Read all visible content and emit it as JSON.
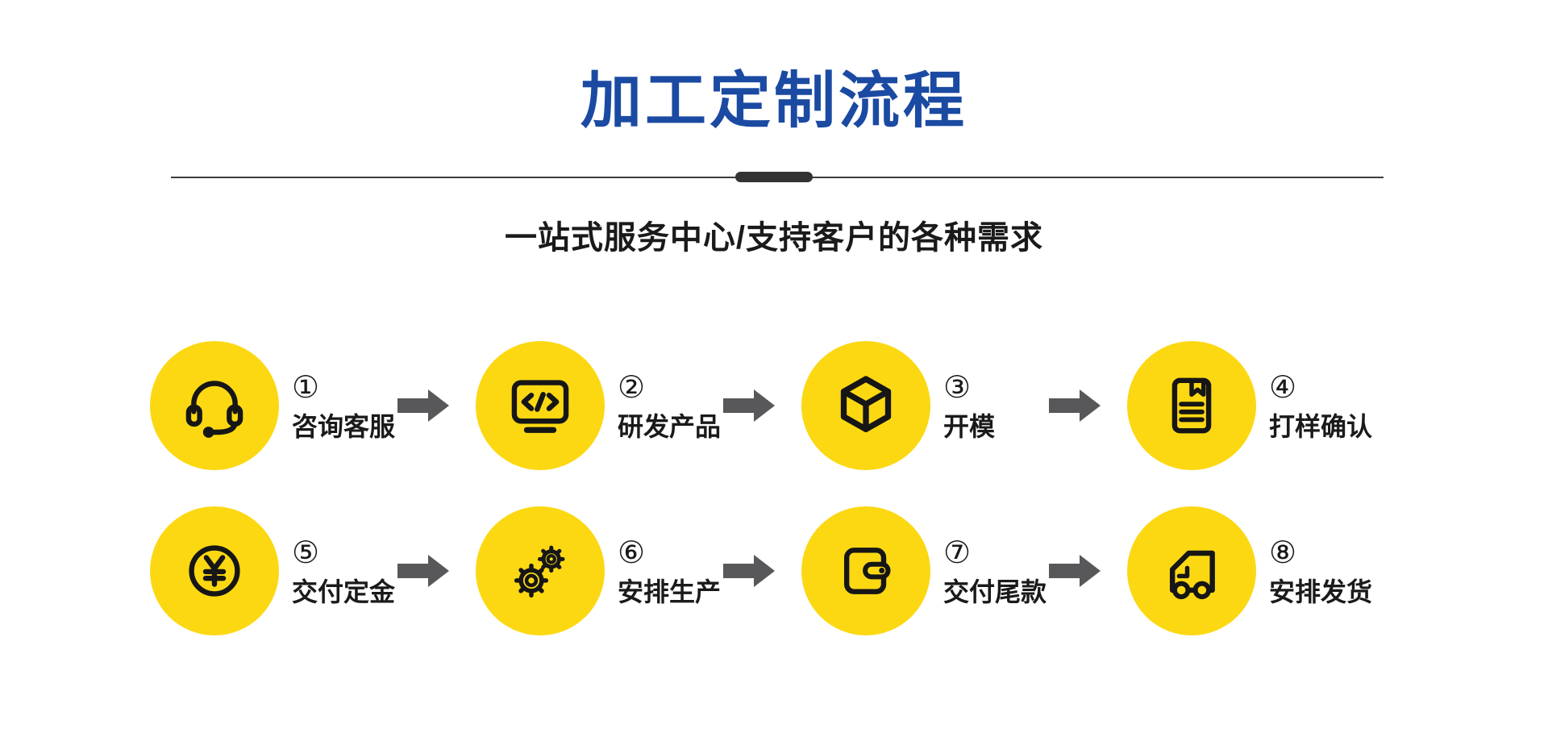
{
  "header": {
    "title": "加工定制流程",
    "subtitle": "一站式服务中心/支持客户的各种需求"
  },
  "divider": {
    "style": "horizontal-line-with-center-pill"
  },
  "colors": {
    "title_color": "#1b4aa2",
    "text_color": "#1a1a1a",
    "circle_fill": "#fcd813",
    "icon_stroke": "#161616",
    "arrow_fill": "#58585a",
    "divider_color": "#3c3c3c",
    "pill_color": "#333333"
  },
  "arrow_icon": "arrow-right-icon",
  "steps": [
    {
      "number": "①",
      "label": "咨询客服",
      "icon": "headset-icon"
    },
    {
      "number": "②",
      "label": "研发产品",
      "icon": "code-monitor-icon"
    },
    {
      "number": "③",
      "label": "开模",
      "icon": "cube-icon"
    },
    {
      "number": "④",
      "label": "打样确认",
      "icon": "notebook-bookmark-icon"
    },
    {
      "number": "⑤",
      "label": "交付定金",
      "icon": "yuan-coin-icon"
    },
    {
      "number": "⑥",
      "label": "安排生产",
      "icon": "gears-icon"
    },
    {
      "number": "⑦",
      "label": "交付尾款",
      "icon": "wallet-icon"
    },
    {
      "number": "⑧",
      "label": "安排发货",
      "icon": "truck-icon"
    }
  ]
}
